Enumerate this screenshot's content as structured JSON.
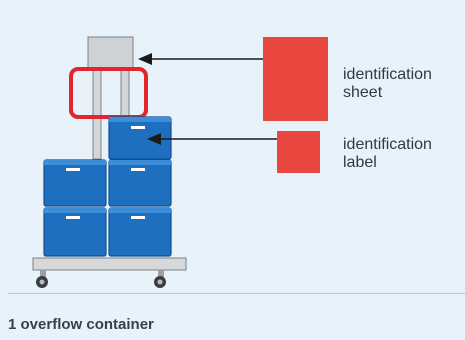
{
  "labels": {
    "identification_sheet": {
      "line1": "identification",
      "line2": "sheet"
    },
    "identification_label": {
      "line1": "identification",
      "line2": "label"
    }
  },
  "caption": "1 overflow container",
  "colors": {
    "background": "#e8f2fa",
    "box": "#1f6fc0",
    "box_highlight": "#3d8ed8",
    "highlight_marker": "#e3262e",
    "id_sheet": "#e9473f",
    "pole": "#c8cbce",
    "trolley_base": "#d4d6d8",
    "wheel": "#3a3d40"
  }
}
